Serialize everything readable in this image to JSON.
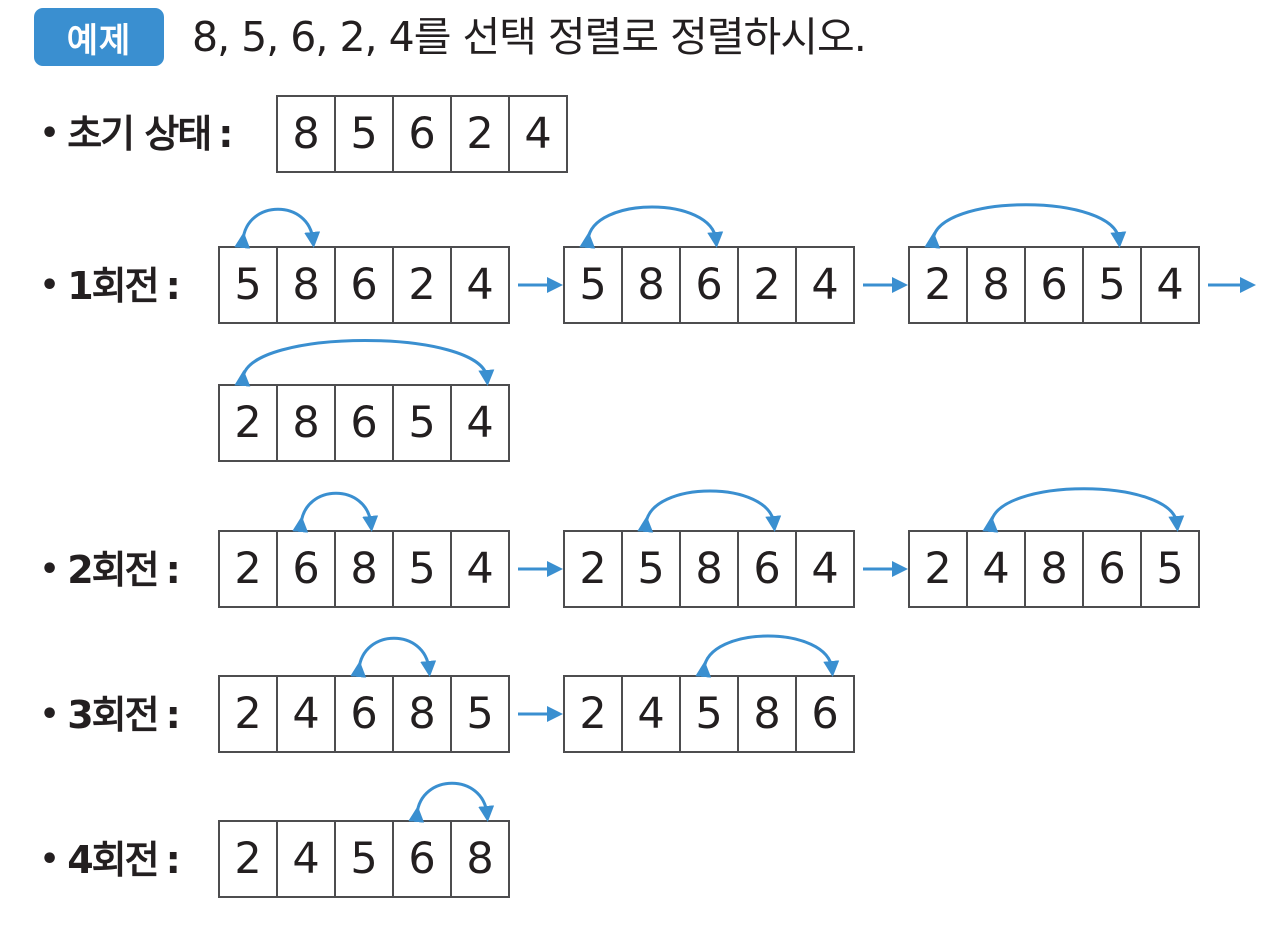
{
  "example": {
    "badge": "예제",
    "problem": "8, 5, 6, 2, 4를 선택 정렬로 정렬하시오."
  },
  "rows": [
    {
      "label": "초기 상태",
      "arrays": [
        {
          "values": [
            "8",
            "5",
            "6",
            "2",
            "4"
          ],
          "swap": null
        }
      ]
    },
    {
      "label": "1회전",
      "arrays": [
        {
          "values": [
            "5",
            "8",
            "6",
            "2",
            "4"
          ],
          "swap": [
            0,
            1
          ]
        },
        {
          "values": [
            "5",
            "8",
            "6",
            "2",
            "4"
          ],
          "swap": [
            0,
            2
          ]
        },
        {
          "values": [
            "2",
            "8",
            "6",
            "5",
            "4"
          ],
          "swap": [
            0,
            3
          ]
        },
        {
          "values": [
            "2",
            "8",
            "6",
            "5",
            "4"
          ],
          "swap": [
            0,
            4
          ]
        }
      ]
    },
    {
      "label": "2회전",
      "arrays": [
        {
          "values": [
            "2",
            "6",
            "8",
            "5",
            "4"
          ],
          "swap": [
            1,
            2
          ]
        },
        {
          "values": [
            "2",
            "5",
            "8",
            "6",
            "4"
          ],
          "swap": [
            1,
            3
          ]
        },
        {
          "values": [
            "2",
            "4",
            "8",
            "6",
            "5"
          ],
          "swap": [
            1,
            4
          ]
        }
      ]
    },
    {
      "label": "3회전",
      "arrays": [
        {
          "values": [
            "2",
            "4",
            "6",
            "8",
            "5"
          ],
          "swap": [
            2,
            3
          ]
        },
        {
          "values": [
            "2",
            "4",
            "5",
            "8",
            "6"
          ],
          "swap": [
            2,
            4
          ]
        }
      ]
    },
    {
      "label": "4회전",
      "arrays": [
        {
          "values": [
            "2",
            "4",
            "5",
            "6",
            "8"
          ],
          "swap": [
            3,
            4
          ]
        }
      ]
    }
  ],
  "colors": {
    "badge": "#3a8fd0",
    "arrow": "#3a8fd0",
    "box_border": "#4d4d4f",
    "text": "#231f20"
  }
}
